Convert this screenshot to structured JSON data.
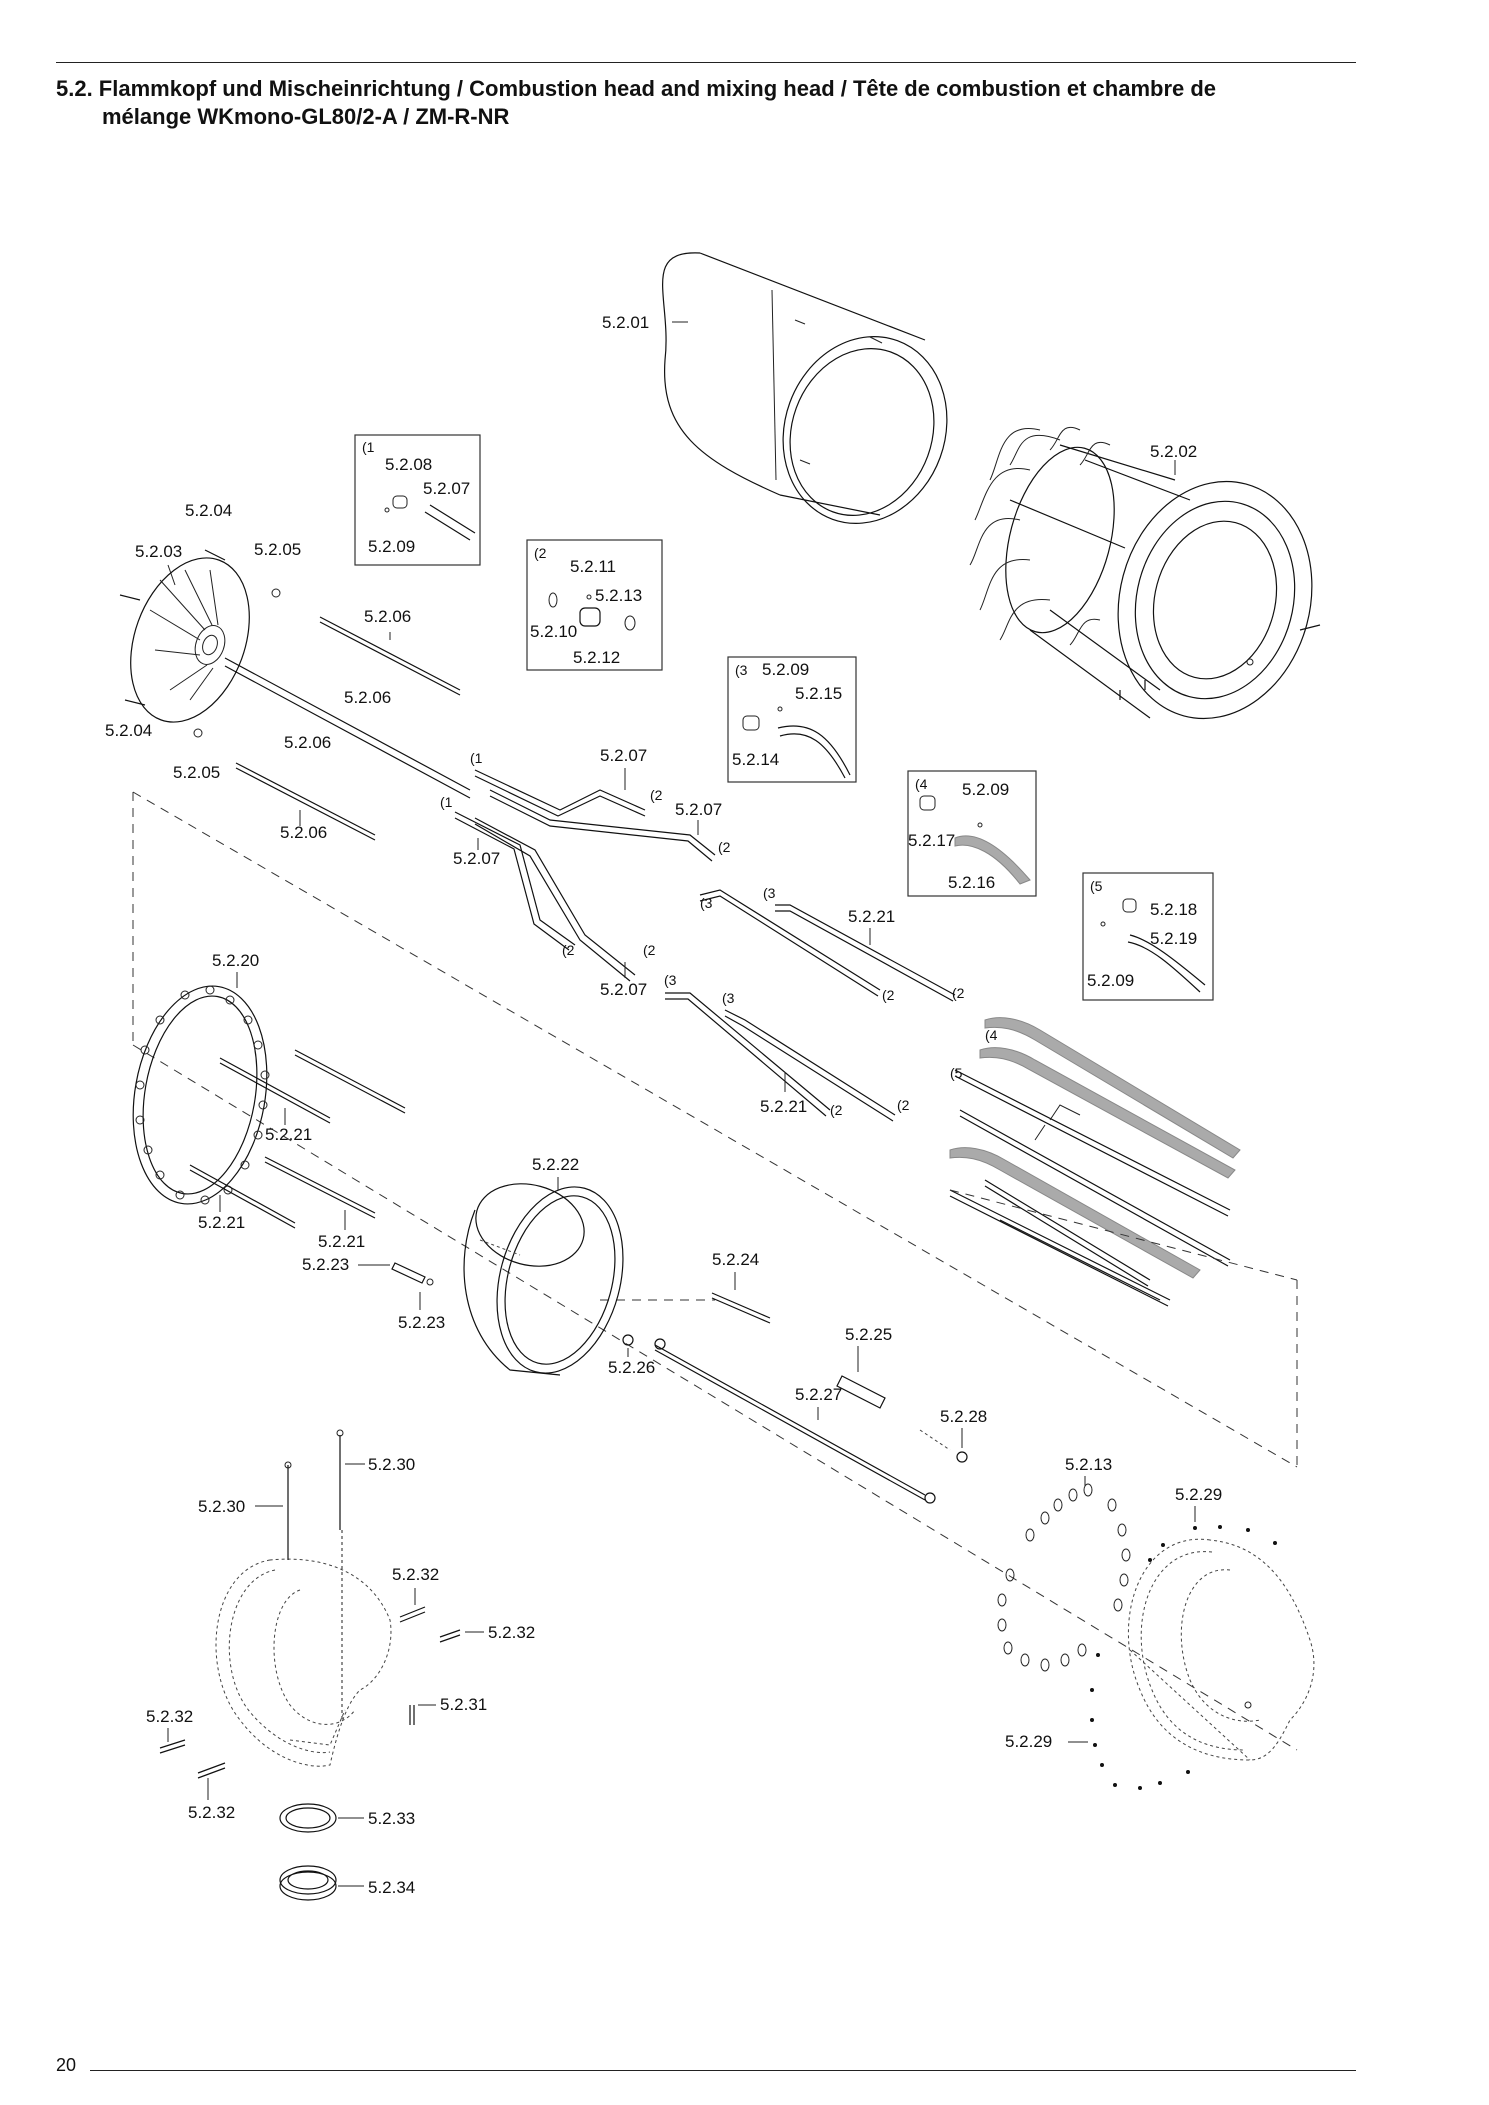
{
  "header": {
    "title_line1": "5.2. Flammkopf und Mischeinrichtung / Combustion head and mixing head / Tête de combustion et chambre de",
    "title_line2": "mélange WKmono-GL80/2-A / ZM-R-NR"
  },
  "footer": {
    "page_number": "20"
  },
  "labels": {
    "p0201": "5.2.01",
    "p0202": "5.2.02",
    "p0203": "5.2.03",
    "p0204a": "5.2.04",
    "p0204b": "5.2.04",
    "p0205a": "5.2.05",
    "p0205b": "5.2.05",
    "p0206a": "5.2.06",
    "p0206b": "5.2.06",
    "p0206c": "5.2.06",
    "p0206d": "5.2.06",
    "p0207a": "5.2.07",
    "p0207b": "5.2.07",
    "p0207c": "5.2.07",
    "p0207d": "5.2.07",
    "p0207e": "5.2.07",
    "p0208": "5.2.08",
    "p0209a": "5.2.09",
    "p0209b": "5.2.09",
    "p0209c": "5.2.09",
    "p0209d": "5.2.09",
    "p0210": "5.2.10",
    "p0211": "5.2.11",
    "p0212": "5.2.12",
    "p0213a": "5.2.13",
    "p0213b": "5.2.13",
    "p0214": "5.2.14",
    "p0215": "5.2.15",
    "p0216": "5.2.16",
    "p0217": "5.2.17",
    "p0218": "5.2.18",
    "p0219": "5.2.19",
    "p0220": "5.2.20",
    "p0221a": "5.2.21",
    "p0221b": "5.2.21",
    "p0221c": "5.2.21",
    "p0221d": "5.2.21",
    "p0221e": "5.2.21",
    "p0222": "5.2.22",
    "p0223a": "5.2.23",
    "p0223b": "5.2.23",
    "p0224": "5.2.24",
    "p0225": "5.2.25",
    "p0226": "5.2.26",
    "p0227": "5.2.27",
    "p0228": "5.2.28",
    "p0229a": "5.2.29",
    "p0229b": "5.2.29",
    "p0230a": "5.2.30",
    "p0230b": "5.2.30",
    "p0231": "5.2.31",
    "p0232a": "5.2.32",
    "p0232b": "5.2.32",
    "p0232c": "5.2.32",
    "p0232d": "5.2.32",
    "p0233": "5.2.33",
    "p0234": "5.2.34"
  },
  "refs": {
    "r1": "(1",
    "r2": "(2",
    "r3": "(3",
    "r4": "(4",
    "r5": "(5"
  }
}
